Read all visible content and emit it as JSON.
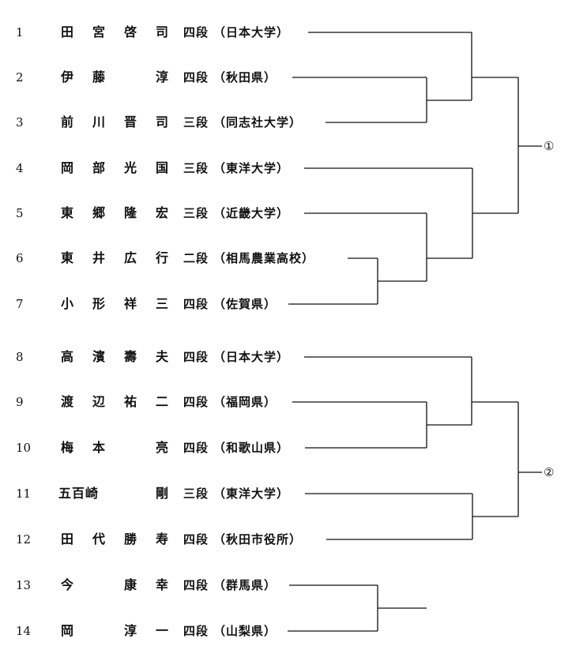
{
  "entries": [
    {
      "num": "1",
      "c1": "田",
      "c2": "宮",
      "c3": "啓",
      "c4": "司",
      "rank": "四段",
      "affiliation": "（日本大学）"
    },
    {
      "num": "2",
      "c1": "伊",
      "c2": "藤",
      "c3": "",
      "c4": "淳",
      "rank": "四段",
      "affiliation": "（秋田県）"
    },
    {
      "num": "3",
      "c1": "前",
      "c2": "川",
      "c3": "晋",
      "c4": "司",
      "rank": "三段",
      "affiliation": "（同志社大学）"
    },
    {
      "num": "4",
      "c1": "岡",
      "c2": "部",
      "c3": "光",
      "c4": "国",
      "rank": "三段",
      "affiliation": "（東洋大学）"
    },
    {
      "num": "5",
      "c1": "東",
      "c2": "郷",
      "c3": "隆",
      "c4": "宏",
      "rank": "三段",
      "affiliation": "（近畿大学）"
    },
    {
      "num": "6",
      "c1": "東",
      "c2": "井",
      "c3": "広",
      "c4": "行",
      "rank": "二段",
      "affiliation": "（相馬農業高校）"
    },
    {
      "num": "7",
      "c1": "小",
      "c2": "形",
      "c3": "祥",
      "c4": "三",
      "rank": "四段",
      "affiliation": "（佐賀県）"
    },
    {
      "num": "8",
      "c1": "高",
      "c2": "濱",
      "c3": "壽",
      "c4": "夫",
      "rank": "四段",
      "affiliation": "（日本大学）"
    },
    {
      "num": "9",
      "c1": "渡",
      "c2": "辺",
      "c3": "祐",
      "c4": "二",
      "rank": "四段",
      "affiliation": "（福岡県）"
    },
    {
      "num": "10",
      "c1": "梅",
      "c2": "本",
      "c3": "",
      "c4": "亮",
      "rank": "四段",
      "affiliation": "（和歌山県）"
    },
    {
      "num": "11",
      "c1": "",
      "c2": "",
      "c3": "五百崎",
      "c4": "剛",
      "rank": "三段",
      "affiliation": "（東洋大学）",
      "wide": true
    },
    {
      "num": "12",
      "c1": "田",
      "c2": "代",
      "c3": "勝",
      "c4": "寿",
      "rank": "四段",
      "affiliation": "（秋田市役所）"
    },
    {
      "num": "13",
      "c1": "今",
      "c2": "",
      "c3": "康",
      "c4": "幸",
      "rank": "四段",
      "affiliation": "（群馬県）"
    },
    {
      "num": "14",
      "c1": "岡",
      "c2": "",
      "c3": "淳",
      "c4": "一",
      "rank": "四段",
      "affiliation": "（山梨県）"
    }
  ],
  "results": [
    "①",
    "②"
  ],
  "colors": {
    "ink": "#111111",
    "background": "#ffffff"
  }
}
